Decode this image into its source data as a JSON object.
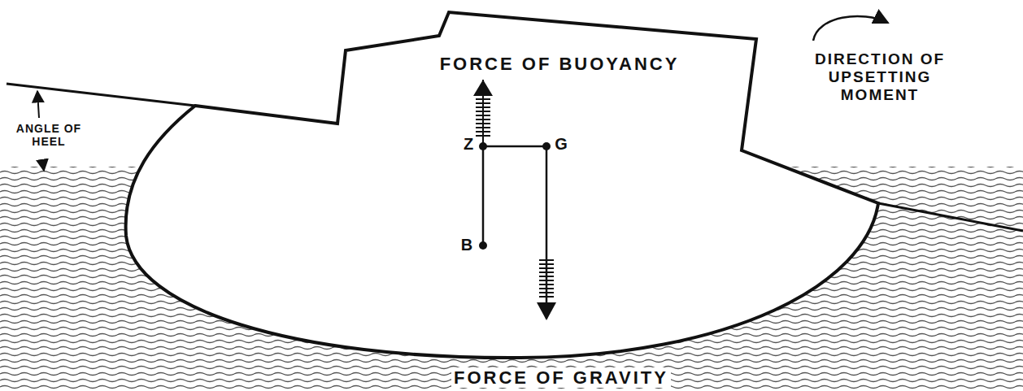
{
  "diagram": {
    "labels": [
      "FORCE OF BUOYANCY",
      "DIRECTION OF UPSETTING MOMENT",
      "ANGLE OF HEEL",
      "Z",
      "G",
      "B",
      "FORCE OF GRAVITY"
    ]
  }
}
